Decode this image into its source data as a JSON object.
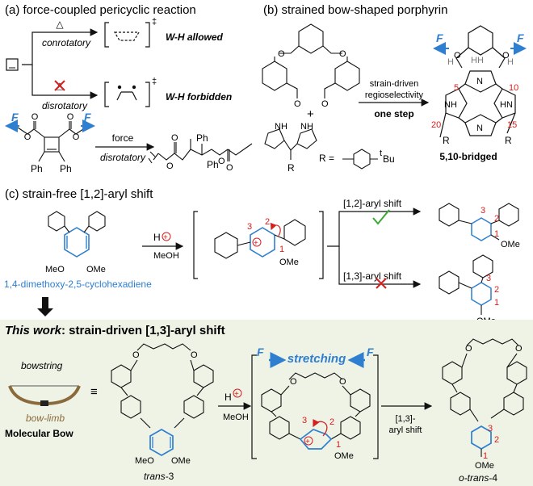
{
  "panel_a": {
    "title": "(a) force-coupled pericyclic reaction",
    "con_label": "conrotatory",
    "dis_label": "disrotatory",
    "allowed_label": "W-H allowed",
    "forbidden_label": "W-H forbidden",
    "delta_symbol": "△",
    "ts_symbol": "‡",
    "force_label": "force",
    "dis2_label": "disrotatory",
    "F_label": "F",
    "Ph": "Ph"
  },
  "panel_b": {
    "title": "(b) strained bow-shaped  porphyrin",
    "plus": "+",
    "arrow_top1": "strain-driven",
    "arrow_top2": "regioselectivity",
    "arrow_bottom": "one step",
    "NH": "NH",
    "HN": "HN",
    "N": "N",
    "R": "R",
    "R_def": "R =",
    "tBu": "Bu",
    "tBu_sup": "t",
    "H": "H",
    "product_label": "5,10-bridged",
    "pos5": "5",
    "pos10": "10",
    "pos15": "15",
    "pos20": "20",
    "F_label": "F"
  },
  "panel_c": {
    "title": "(c) strain-free [1,2]-aryl shift",
    "reagent_H": "H",
    "reagent_MeOH": "MeOH",
    "OMe": "OMe",
    "MeO": "MeO",
    "compound_name": "1,4-dimethoxy-2,5-cyclohexadiene",
    "shift12": "[1,2]-aryl shift",
    "shift13": "[1,3]-aryl shift",
    "n1": "1",
    "n2": "2",
    "n3": "3"
  },
  "panel_d": {
    "title_em": "This work",
    "title_rest": ": strain-driven [1,3]-aryl shift",
    "bowstring": "bowstring",
    "bowlimb": "bow-limb",
    "molecular_bow": "Molecular Bow",
    "equiv": "≡",
    "O": "O",
    "MeO": "MeO",
    "OMe": "OMe",
    "H": "H",
    "MeOH": "MeOH",
    "stretching": "stretching",
    "F_label": "F",
    "shift_line1": "[1,3]-",
    "shift_line2": "aryl shift",
    "trans3_italic": "trans",
    "trans3_num": "-3",
    "prod_italic": "o-trans",
    "prod_num": "-4",
    "n1": "1",
    "n2": "2",
    "n3": "3"
  },
  "colors": {
    "blue": "#2f7fd0",
    "red": "#d42020",
    "green": "#3aa832",
    "panel_bg": "#eef3e6",
    "bow_brown": "#8a6a3a"
  }
}
